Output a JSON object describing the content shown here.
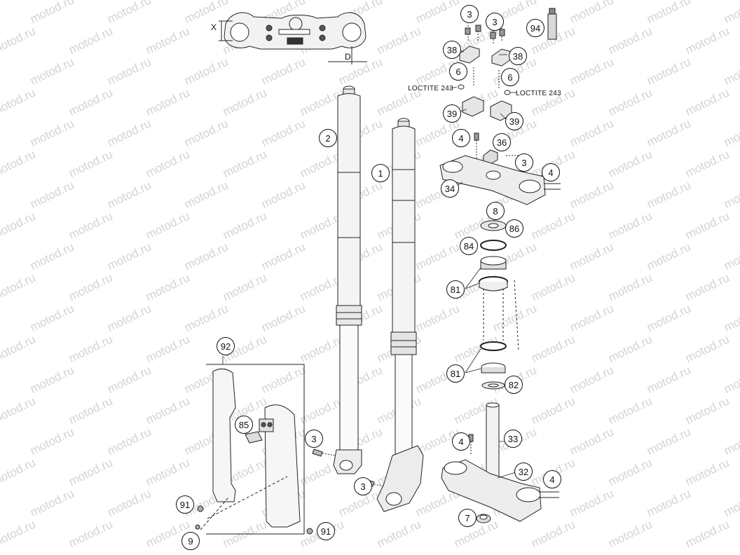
{
  "watermark": "motod.ru",
  "loctite_left": "LOCTITE 243",
  "loctite_right": "LOCTITE 243",
  "dim_x": "X",
  "dim_d": "D",
  "callouts": {
    "c1": "1",
    "c2": "2",
    "c3a": "3",
    "c3b": "3",
    "c3c": "3",
    "c3d": "3",
    "c3e": "3",
    "c4a": "4",
    "c4b": "4",
    "c4c": "4",
    "c4d": "4",
    "c6a": "6",
    "c6b": "6",
    "c7": "7",
    "c8": "8",
    "c9": "9",
    "c32": "32",
    "c33": "33",
    "c34": "34",
    "c36": "36",
    "c38a": "38",
    "c38b": "38",
    "c39a": "39",
    "c39b": "39",
    "c81a": "81",
    "c81b": "81",
    "c82": "82",
    "c84": "84",
    "c85": "85",
    "c86": "86",
    "c91a": "91",
    "c91b": "91",
    "c92": "92",
    "c94": "94"
  }
}
